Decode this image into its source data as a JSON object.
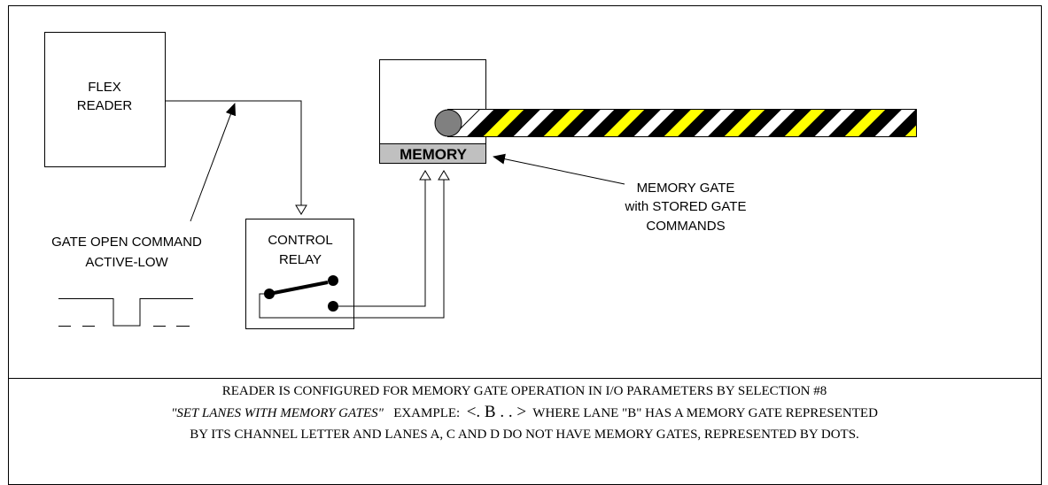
{
  "boxes": {
    "flex_reader": [
      "FLEX",
      "READER"
    ],
    "control_relay": [
      "CONTROL",
      "RELAY"
    ],
    "memory_label": "MEMORY"
  },
  "labels": {
    "gate_open_command": [
      "GATE OPEN COMMAND",
      "ACTIVE-LOW"
    ],
    "memory_gate": [
      "MEMORY GATE",
      "with STORED GATE",
      "COMMANDS"
    ]
  },
  "caption": {
    "line1": "READER IS CONFIGURED FOR MEMORY GATE OPERATION IN I/O PARAMETERS BY SELECTION #8",
    "line2_italic": "\"SET LANES WITH MEMORY GATES\"",
    "line2_example_prefix": "EXAMPLE:",
    "line2_example_code": "<. B . . >",
    "line2_rest": "WHERE LANE \"B\" HAS A MEMORY GATE REPRESENTED",
    "line3": "BY ITS CHANNEL LETTER AND LANES A, C AND D DO NOT HAVE MEMORY GATES, REPRESENTED BY DOTS."
  },
  "colors": {
    "stripe_yellow": "#ffff00",
    "stripe_black": "#000000",
    "memory_fill": "#c0c0c0",
    "pivot_fill": "#808080"
  }
}
